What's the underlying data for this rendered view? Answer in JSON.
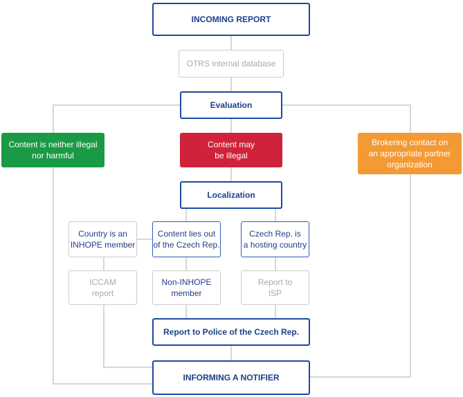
{
  "colors": {
    "primary_border": "#1b4aa0",
    "muted_border": "#cccccc",
    "connector": "#c9c9c9",
    "green": "#1a9a45",
    "red": "#d0223a",
    "orange": "#f39a35"
  },
  "nodes": {
    "incoming_report": "INCOMING REPORT",
    "otrs_database": "OTRS internal database",
    "evaluation": "Evaluation",
    "neither_illegal": "Content is neither illegal\nnor harmful",
    "may_be_illegal": "Content may\nbe illegal",
    "brokering_contact": "Brokering contact on\nan appropriate partner\norganization",
    "localization": "Localization",
    "inhope_member": "Country is an\nINHOPE member",
    "out_of_czech": "Content lies out\nof the Czech Rep.",
    "czech_hosting": "Czech Rep. is\na hosting country",
    "iccam_report": "ICCAM\nreport",
    "non_inhope": "Non-INHOPE\nmember",
    "report_to_isp": "Report to\nISP",
    "report_police": "Report to Police of the Czech Rep.",
    "informing_notifier": "INFORMING A NOTIFIER"
  }
}
